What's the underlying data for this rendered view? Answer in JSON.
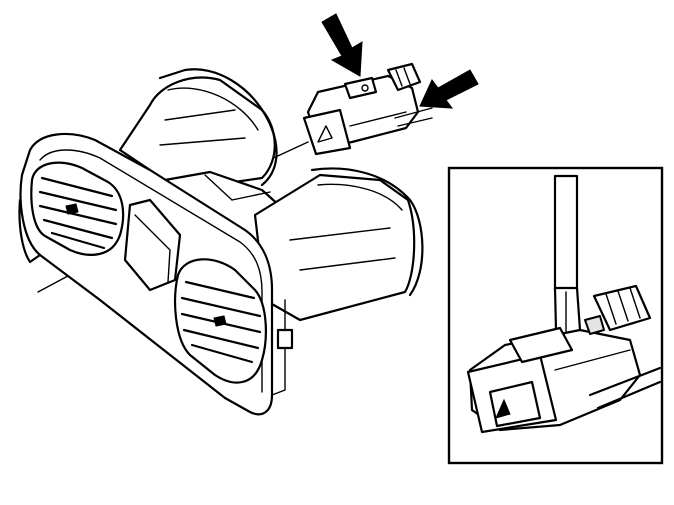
{
  "figure": {
    "description_visible_text": "",
    "colors": {
      "line": "#000000",
      "background": "#ffffff",
      "shade": "#e4e4e4"
    },
    "parts": [
      {
        "name": "dashboard-air-vent-assembly"
      },
      {
        "name": "electrical-connector"
      },
      {
        "name": "detail-inset-connector-release"
      }
    ],
    "arrows": [
      {
        "name": "press-down-arrow",
        "direction": "down"
      },
      {
        "name": "pull-left-arrow",
        "direction": "left"
      }
    ]
  }
}
